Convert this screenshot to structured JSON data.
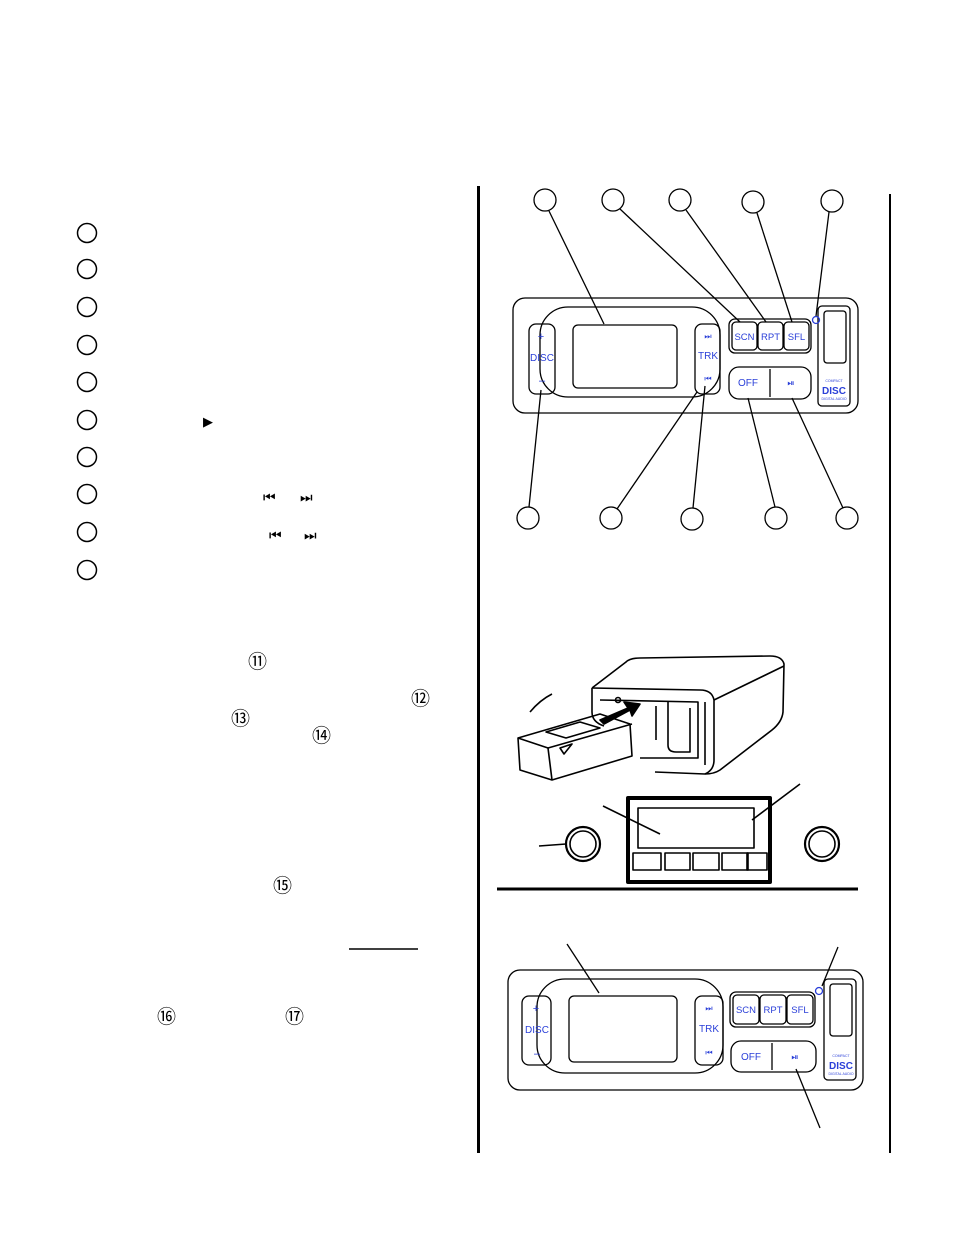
{
  "left_column": {
    "markers": [
      "",
      "",
      "",
      "",
      "",
      "",
      "",
      "",
      "",
      ""
    ],
    "play_glyph": "▶",
    "skip_glyphs": [
      "⏮",
      "⏭"
    ],
    "circled_refs": {
      "r11": "⑪",
      "r12": "⑫",
      "r13": "⑬",
      "r14": "⑭",
      "r15": "⑮",
      "r16": "⑯",
      "r17": "⑰"
    }
  },
  "unit_top": {
    "disc": {
      "plus": "+",
      "label": "DISC",
      "minus": "–"
    },
    "trk": {
      "next": "⏭",
      "label": "TRK",
      "prev": "⏮"
    },
    "buttons": {
      "scn": "SCN",
      "rpt": "RPT",
      "sfl": "SFL",
      "off": "OFF",
      "playpause": "⏯"
    },
    "logo": {
      "small": "COMPACT",
      "big": "DISC",
      "sub": "DIGITAL AUDIO"
    }
  },
  "unit_bottom": {
    "disc": {
      "plus": "+",
      "label": "DISC",
      "minus": "–"
    },
    "trk": {
      "next": "⏭",
      "label": "TRK",
      "prev": "⏮"
    },
    "buttons": {
      "scn": "SCN",
      "rpt": "RPT",
      "sfl": "SFL",
      "off": "OFF",
      "playpause": "⏯"
    },
    "logo": {
      "small": "COMPACT",
      "big": "DISC",
      "sub": "DIGITAL AUDIO"
    }
  },
  "colors": {
    "label_blue": "#2a3fd8",
    "line": "#000000"
  }
}
